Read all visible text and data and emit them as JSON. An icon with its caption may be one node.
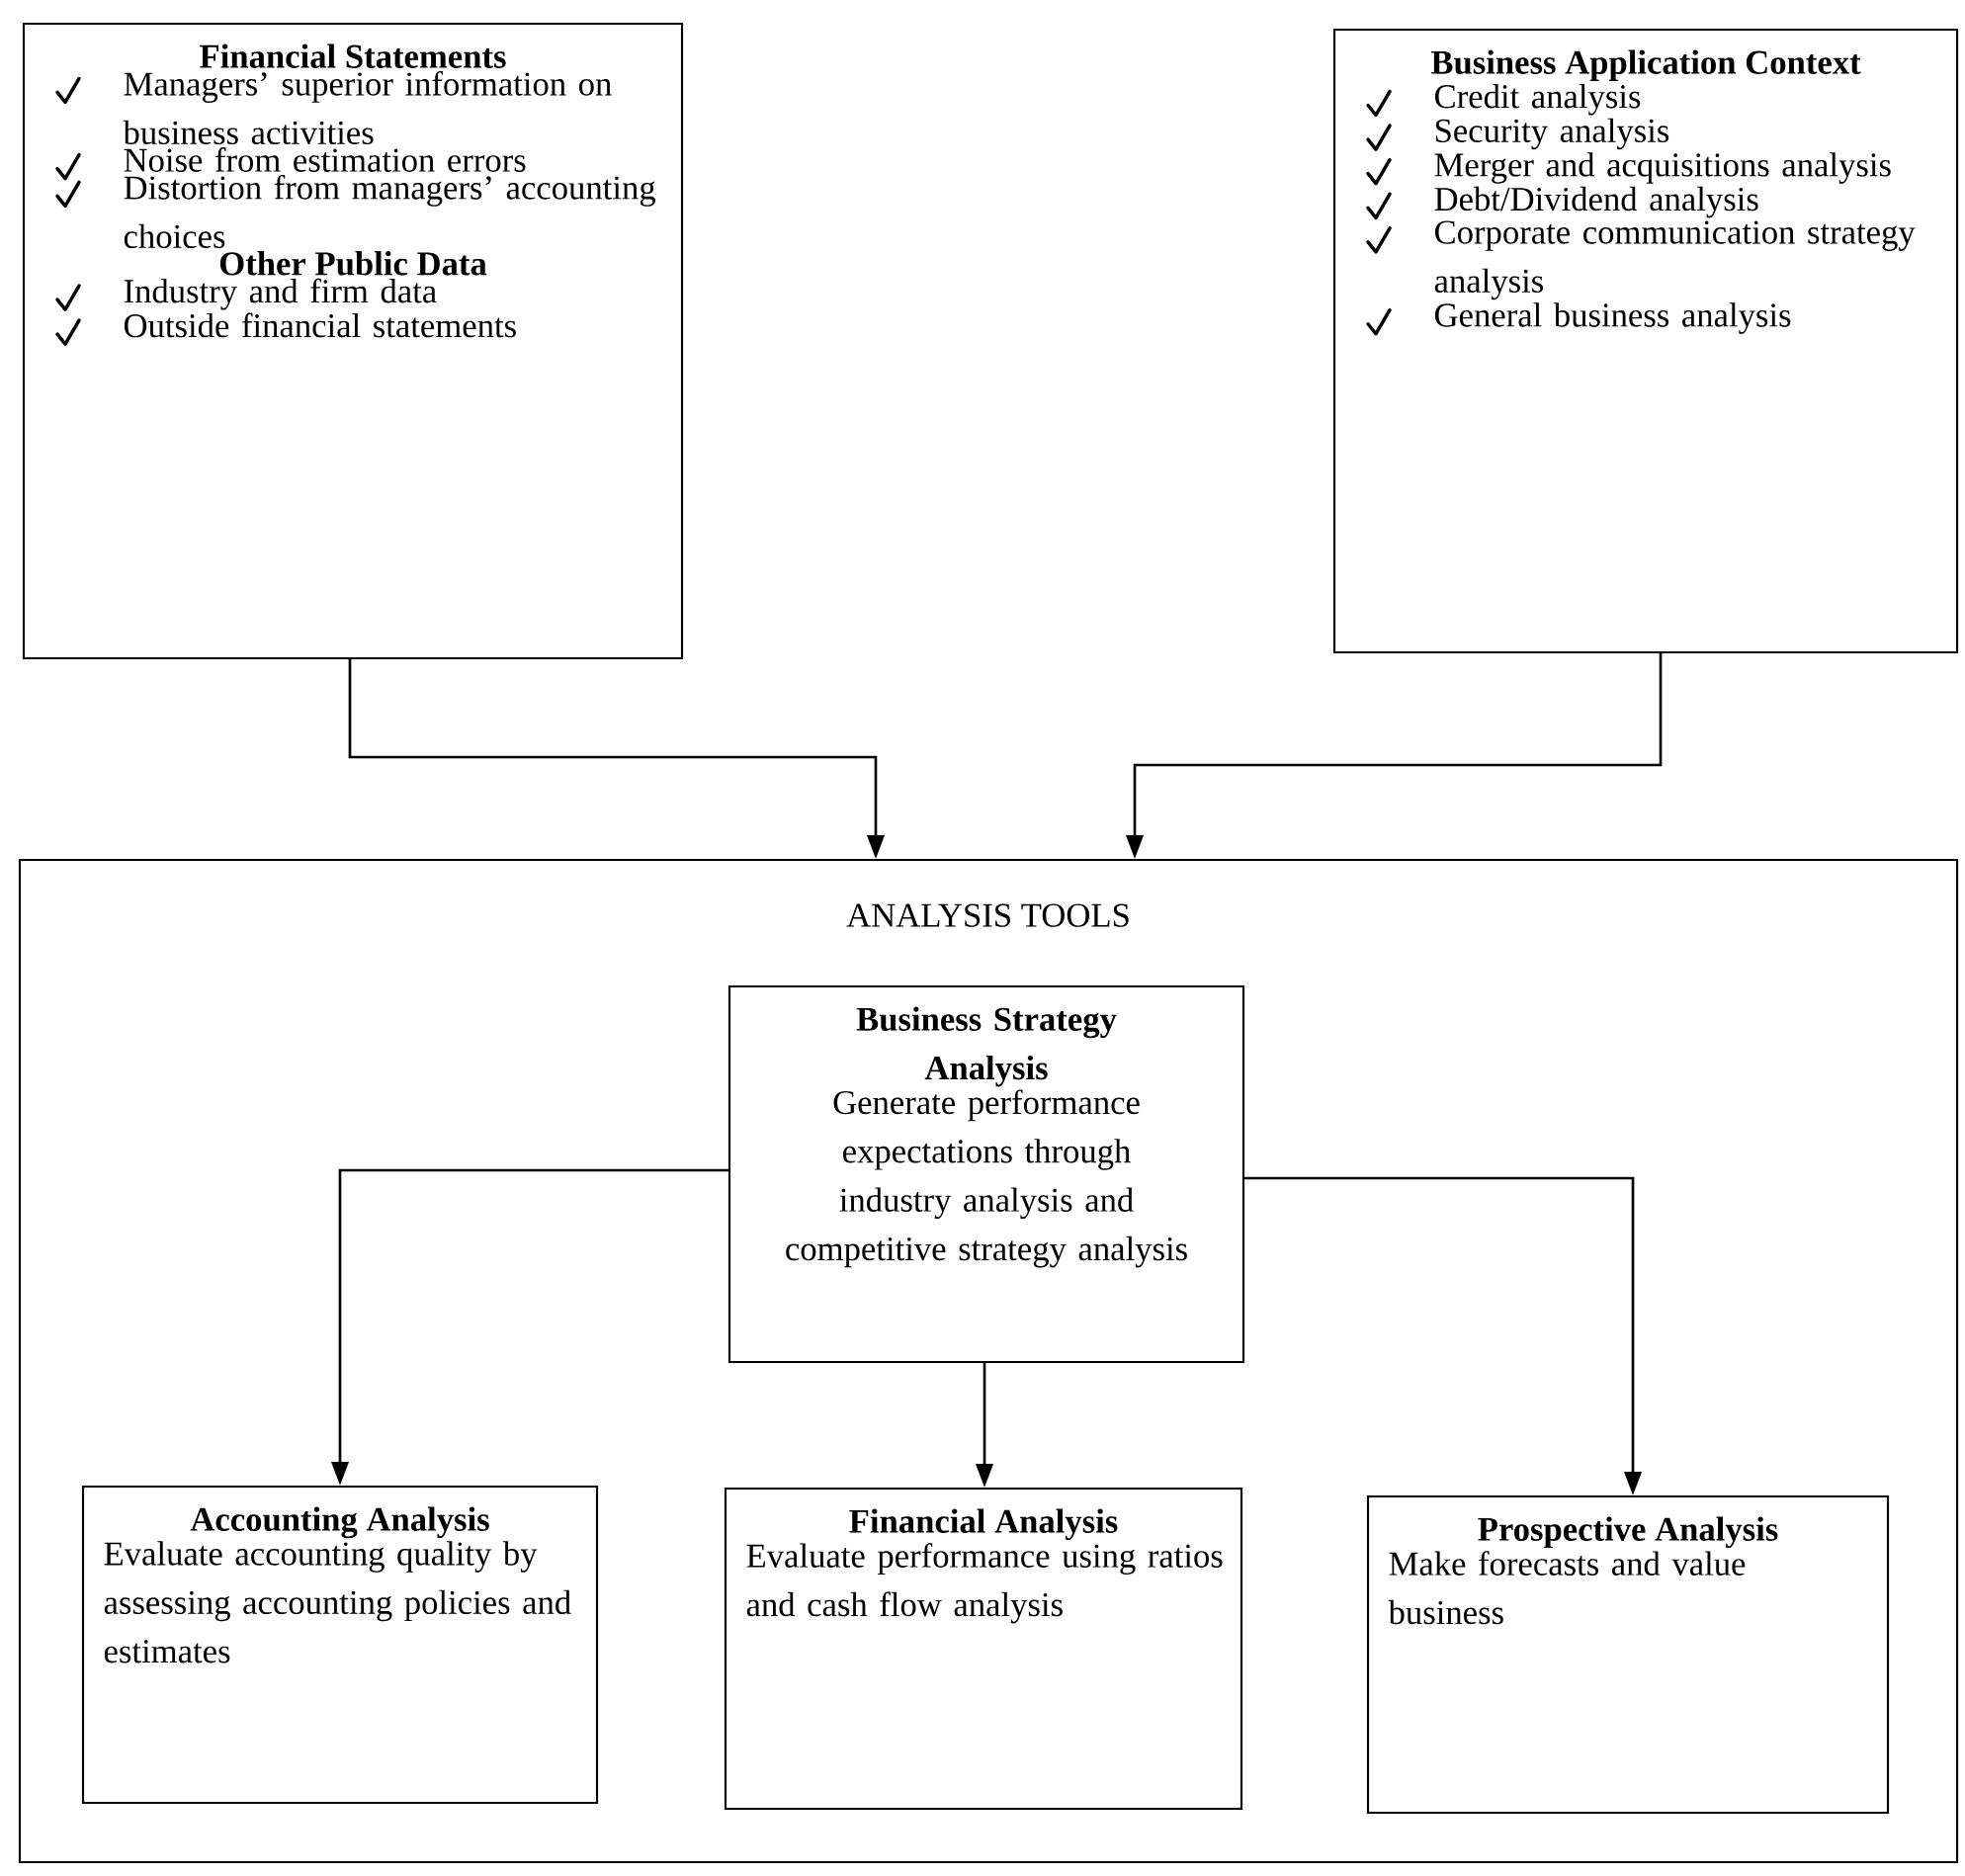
{
  "diagram": {
    "nodes": [
      {
        "text": [
          "Financial Statements",
          "Managers’ superior information on business activities",
          "Noise from estimation errors",
          "Distortion from managers’ accounting choices",
          "Other Public Data",
          "Industry and firm data",
          "Outside financial statements"
        ]
      },
      {
        "text": [
          "Business Application Context",
          "Credit analysis",
          "Security analysis",
          "Merger and acquisitions analysis",
          "Debt/Dividend analysis",
          "Corporate communication strategy analysis",
          "General business analysis"
        ]
      },
      {
        "text": [
          "ANALYSIS TOOLS"
        ]
      },
      {
        "text": [
          "Business Strategy Analysis",
          "Generate performance expectations through industry analysis and competitive strategy analysis"
        ],
        "in": 2
      },
      {
        "text": [
          "Accounting Analysis",
          "Evaluate accounting quality by assessing accounting policies and estimates"
        ],
        "in": 2
      },
      {
        "text": [
          "Financial Analysis",
          "Evaluate performance using ratios and cash flow analysis"
        ],
        "in": 2
      },
      {
        "text": [
          "Prospective Analysis",
          "Make forecasts and value business"
        ],
        "in": 2
      }
    ],
    "edges": [
      {
        "from": 0,
        "to": 2,
        "arrow": "to"
      },
      {
        "from": 1,
        "to": 2,
        "arrow": "to"
      },
      {
        "from": 3,
        "to": 4,
        "arrow": "to"
      },
      {
        "from": 3,
        "to": 5,
        "arrow": "to"
      },
      {
        "from": 3,
        "to": 6,
        "arrow": "to"
      }
    ]
  }
}
